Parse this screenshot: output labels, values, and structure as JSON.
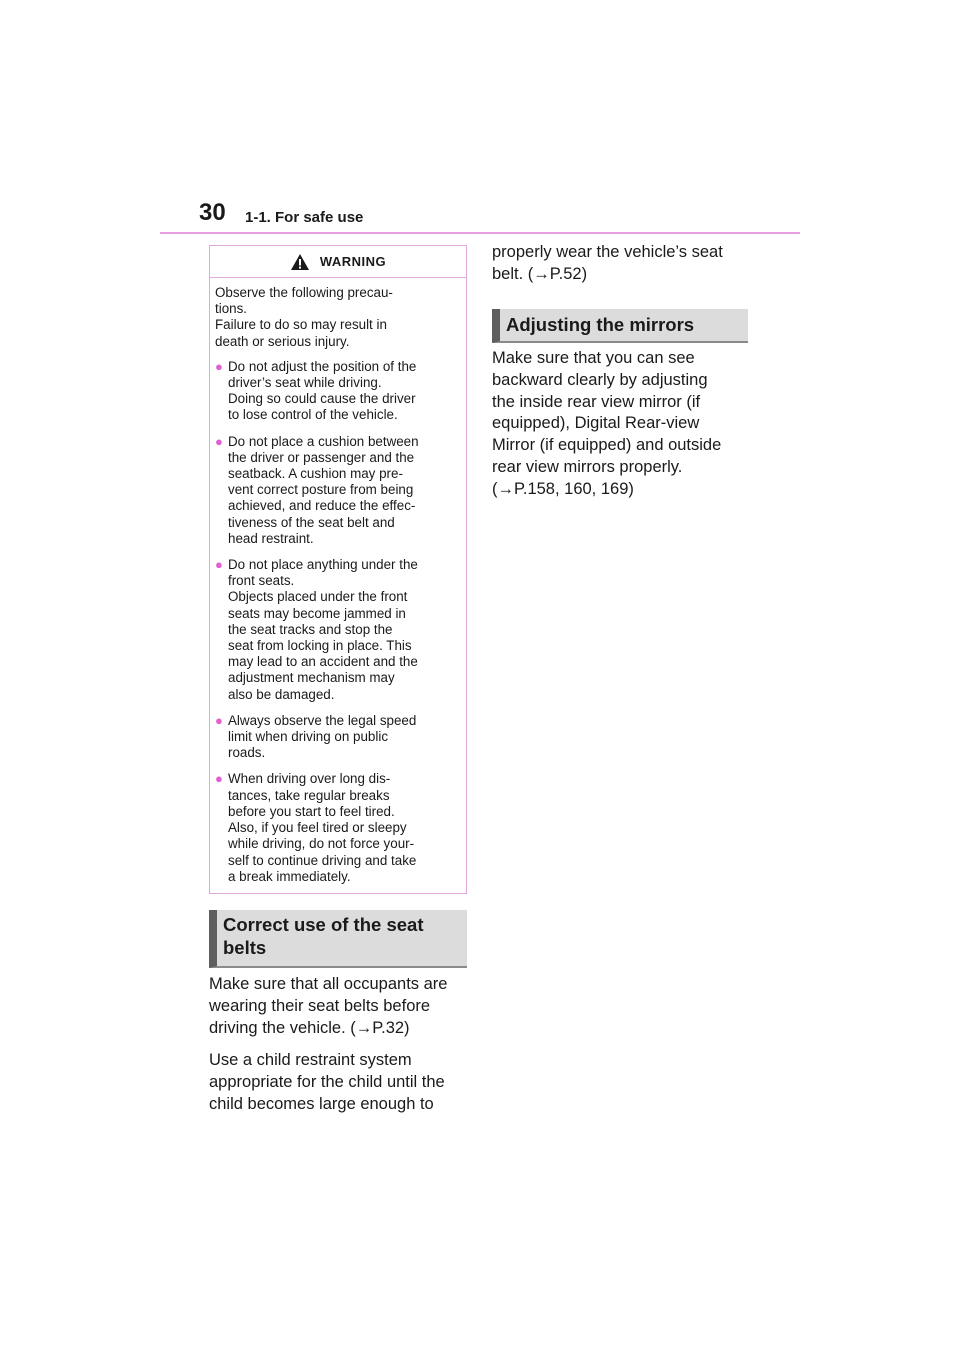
{
  "header": {
    "page_number": "30",
    "section_title": "1-1. For safe use"
  },
  "warning": {
    "title": "WARNING",
    "intro": [
      "Observe the following precau-",
      "tions.",
      "Failure to do so may result in",
      "death or serious injury."
    ],
    "items": [
      [
        "Do not adjust the position of the",
        "driver’s seat while driving.",
        "Doing so could cause the driver",
        "to lose control of the vehicle."
      ],
      [
        "Do not place a cushion between",
        "the driver or passenger and the",
        "seatback. A cushion may pre-",
        "vent correct posture from being",
        "achieved, and reduce the effec-",
        "tiveness of the seat belt and",
        "head restraint."
      ],
      [
        "Do not place anything under the",
        "front seats.",
        "Objects placed under the front",
        "seats may become jammed in",
        "the seat tracks and stop the",
        "seat from locking in place. This",
        "may lead to an accident and the",
        "adjustment mechanism may",
        "also be damaged."
      ],
      [
        "Always observe the legal speed",
        "limit when driving on public",
        "roads."
      ],
      [
        "When driving over long dis-",
        "tances, take regular breaks",
        "before you start to feel tired.",
        "Also, if you feel tired or sleepy",
        "while driving, do not force your-",
        "self to continue driving and take",
        "a break immediately."
      ]
    ]
  },
  "seatbelts": {
    "heading": [
      "Correct use of the seat",
      "belts"
    ],
    "para1": [
      "Make sure that all occupants are",
      "wearing their seat belts before",
      "driving the vehicle. (→P.32)"
    ],
    "para2": [
      "Use a child restraint system",
      "appropriate for the child until the",
      "child becomes large enough to"
    ],
    "para2_cont": [
      "properly wear the vehicle’s seat",
      "belt. (→P.52)"
    ]
  },
  "mirrors": {
    "heading": "Adjusting the mirrors",
    "para": [
      "Make sure that you can see",
      "backward clearly by adjusting",
      "the inside rear view mirror (if",
      "equipped), Digital Rear-view",
      "Mirror (if equipped) and outside",
      "rear view mirrors properly.",
      "(→P.158, 160, 169)"
    ]
  },
  "colors": {
    "accent": "#e89ee0",
    "bullet": "#e060d2",
    "heading_bg": "#dcdcdc",
    "heading_bar": "#5e5e5e"
  }
}
